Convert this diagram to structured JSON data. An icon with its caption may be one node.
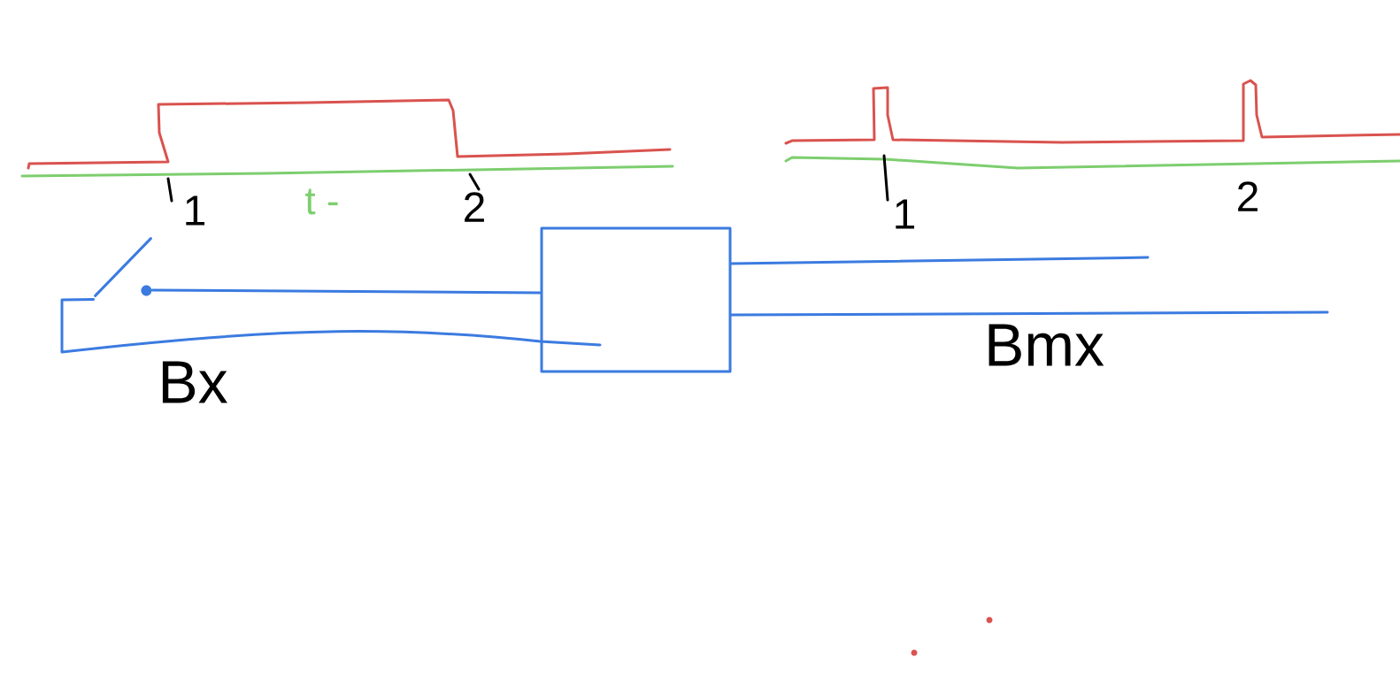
{
  "diagram": {
    "nodes": [
      {
        "text": [],
        "shape": "switch"
      },
      {
        "text": [],
        "shape": "box"
      }
    ],
    "edges": [
      {
        "from": 0,
        "to": 1,
        "arrow": "none"
      },
      {
        "from": 0,
        "to": 1,
        "arrow": "none"
      },
      {
        "from": 1,
        "to": null,
        "arrow": "none"
      },
      {
        "from": 1,
        "to": null,
        "arrow": "none"
      }
    ],
    "labels": [
      "1",
      "t -",
      "2",
      "1",
      "2",
      "Bx",
      "Bmx"
    ]
  }
}
